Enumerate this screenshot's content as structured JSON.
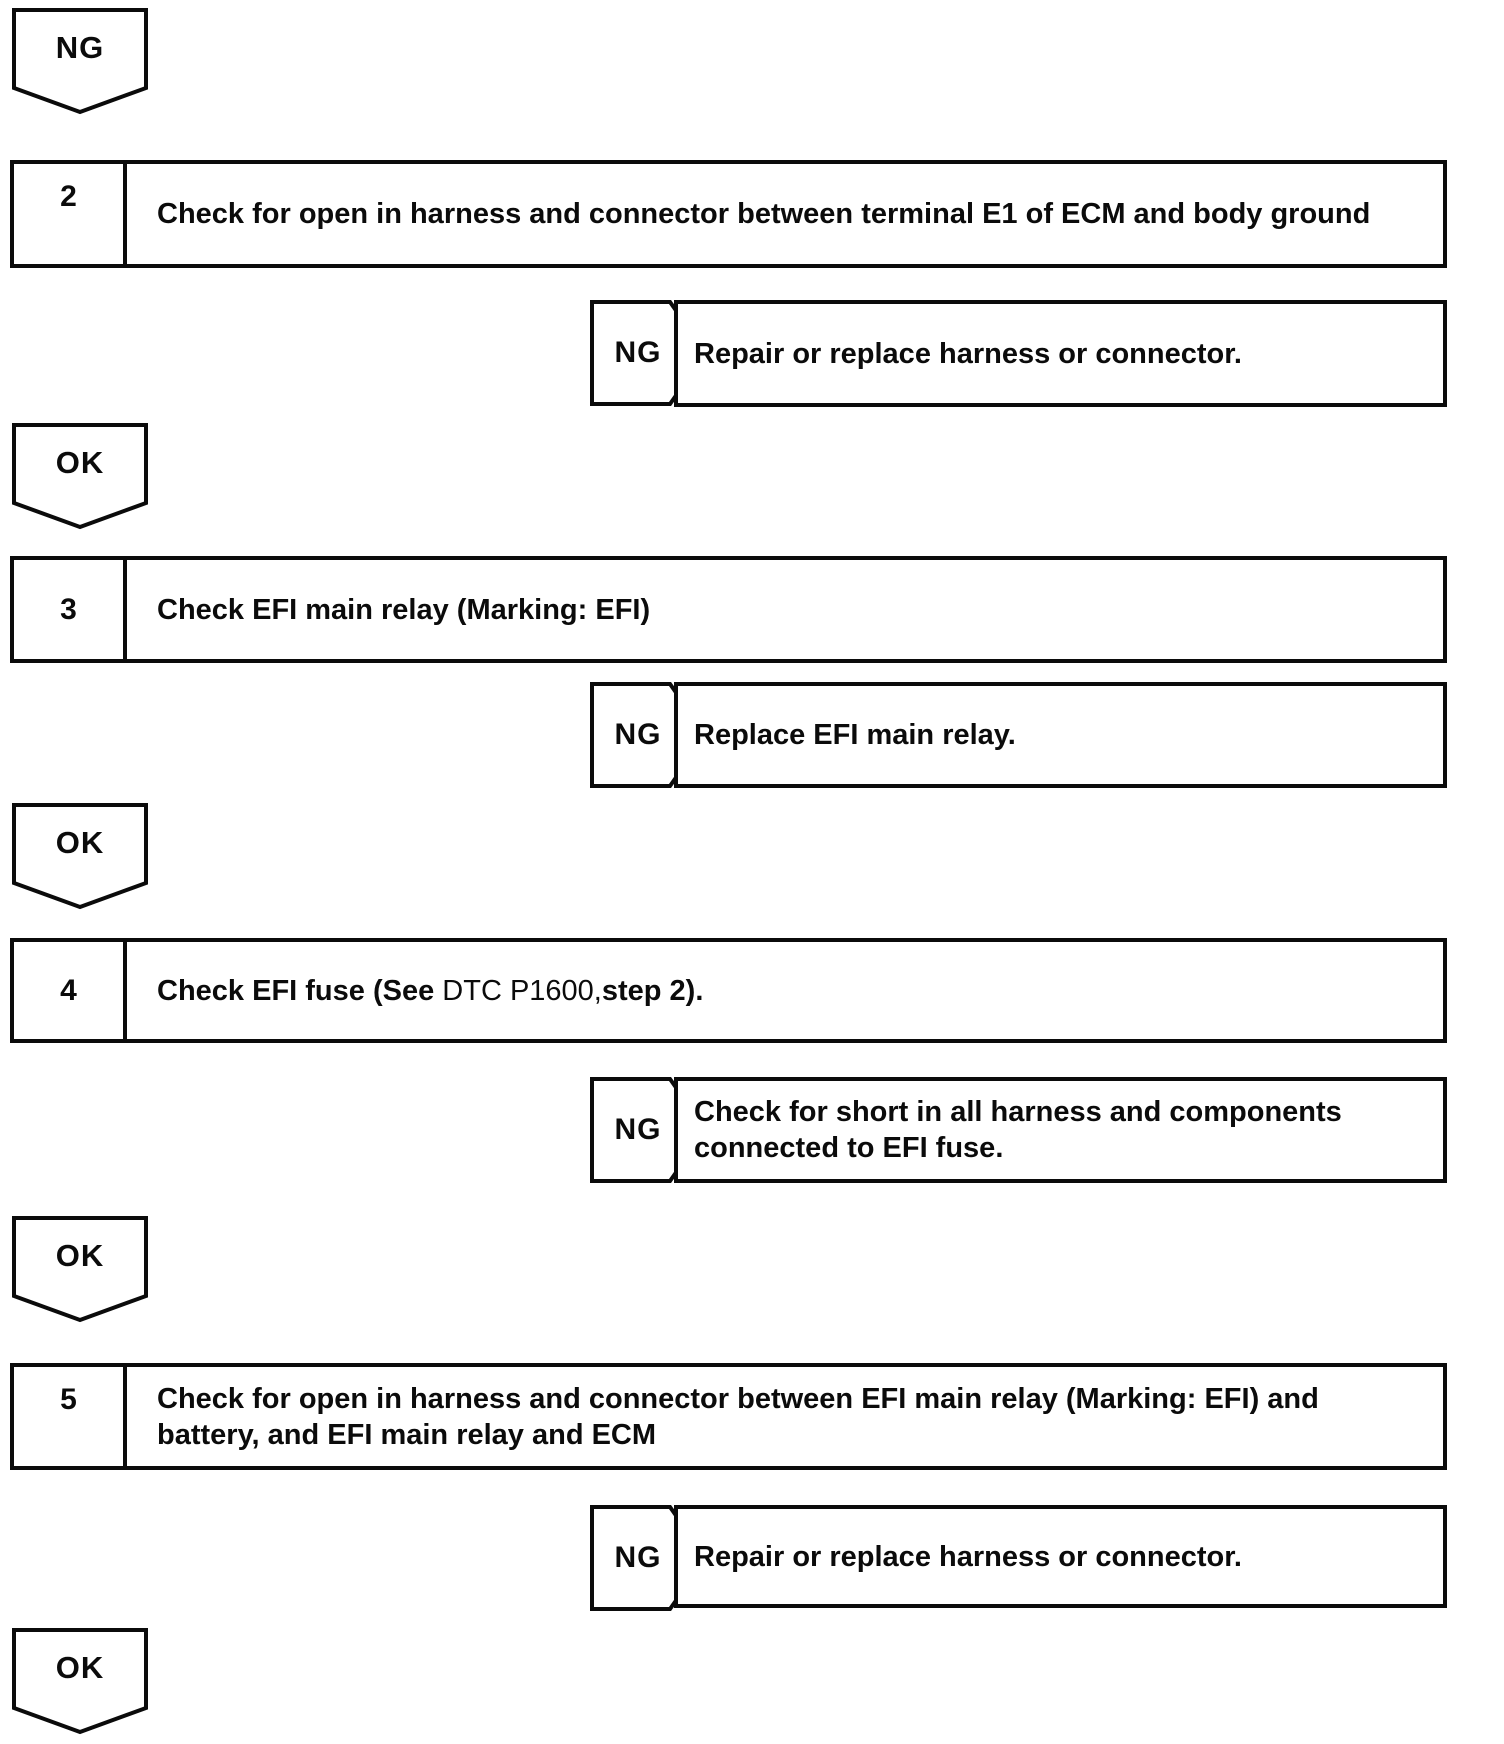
{
  "colors": {
    "line": "#0b0b0b",
    "background": "#ffffff"
  },
  "flowchart": {
    "top_flag": {
      "label": "NG"
    },
    "steps": [
      {
        "number": "2",
        "title": "Check for open in harness and connector between terminal E1 of ECM and body ground",
        "ng": {
          "label": "NG",
          "result": "Repair or replace harness or connector."
        },
        "ok": {
          "label": "OK"
        }
      },
      {
        "number": "3",
        "title": "Check EFI main relay (Marking: EFI)",
        "ng": {
          "label": "NG",
          "result": "Replace EFI main relay."
        },
        "ok": {
          "label": "OK"
        }
      },
      {
        "number": "4",
        "title_parts": {
          "prefix": "Check EFI fuse (See ",
          "code": "DTC P1600,",
          "suffix": "step 2)."
        },
        "ng": {
          "label": "NG",
          "result": "Check for short in all harness and components connected to EFI fuse."
        },
        "ok": {
          "label": "OK"
        }
      },
      {
        "number": "5",
        "title": "Check for open in harness and connector between EFI main relay (Marking: EFI) and battery, and EFI main relay and ECM",
        "ng": {
          "label": "NG",
          "result": "Repair or replace harness or connector."
        },
        "ok": {
          "label": "OK"
        }
      }
    ]
  }
}
